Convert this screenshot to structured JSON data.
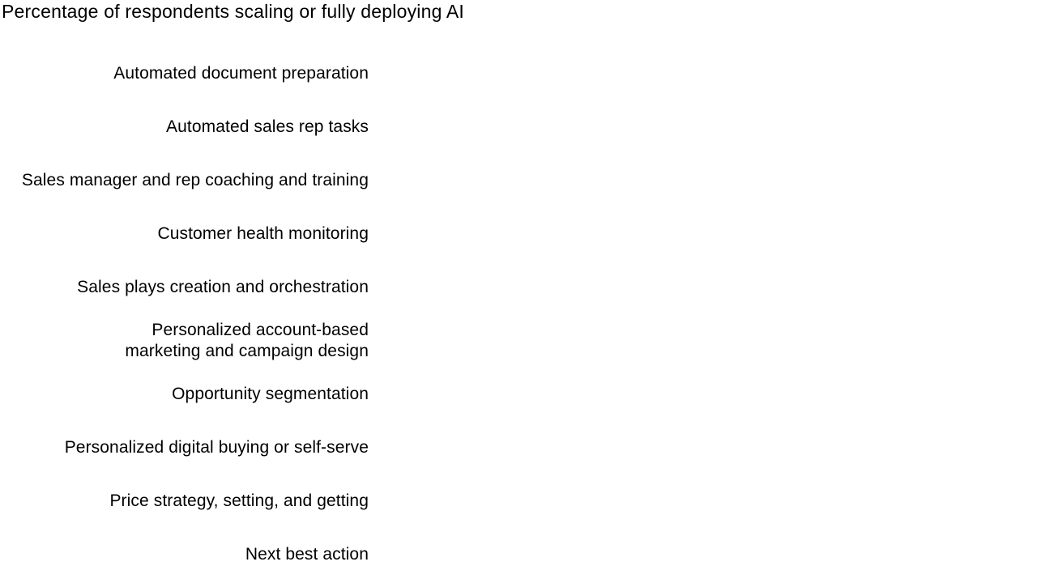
{
  "header": {
    "title": "Percentage of respondents scaling or fully deploying AI"
  },
  "colors": {
    "text": "#000000",
    "background": "#ffffff"
  },
  "chart_data": {
    "type": "bar",
    "orientation": "horizontal",
    "title": "Percentage of respondents scaling or fully deploying AI",
    "categories": [
      "Automated document preparation",
      "Automated sales rep tasks",
      "Sales manager and rep coaching and training",
      "Customer health monitoring",
      "Sales plays creation and orchestration",
      "Personalized account-based marketing and campaign design",
      "Opportunity segmentation",
      "Personalized digital buying or self-serve",
      "Price strategy, setting, and getting",
      "Next best action"
    ],
    "series": [],
    "values": [],
    "xlabel": "",
    "ylabel": "",
    "legend_position": "none",
    "grid": "off",
    "bars_rendered": false
  }
}
